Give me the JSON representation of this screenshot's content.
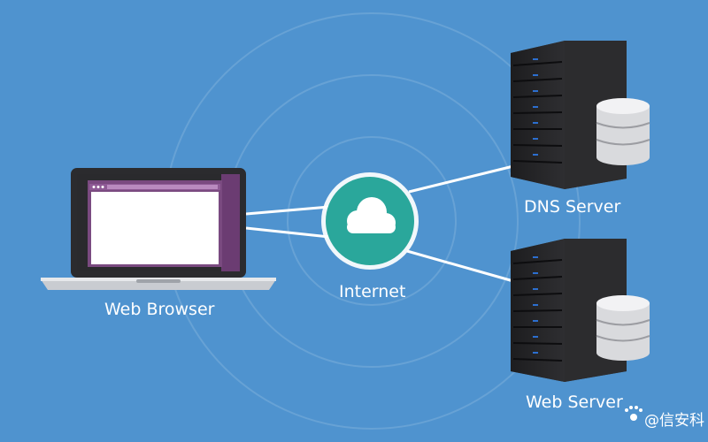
{
  "nodes": {
    "browser": {
      "label": "Web Browser"
    },
    "internet": {
      "label": "Internet"
    },
    "dns_server": {
      "label": "DNS Server"
    },
    "web_server": {
      "label": "Web Server"
    }
  },
  "watermark": "@信安科",
  "colors": {
    "background": "#4f93cf",
    "internet_circle": "#2aa79b",
    "laptop_frame": "#2b2b2e",
    "screen_accent": "#6b3c72",
    "server_body": "#2c2c2e",
    "database_disk": "#e9e9ec"
  },
  "icons": [
    "cloud-icon",
    "database-icon",
    "laptop-icon",
    "server-icon",
    "paw-icon"
  ]
}
